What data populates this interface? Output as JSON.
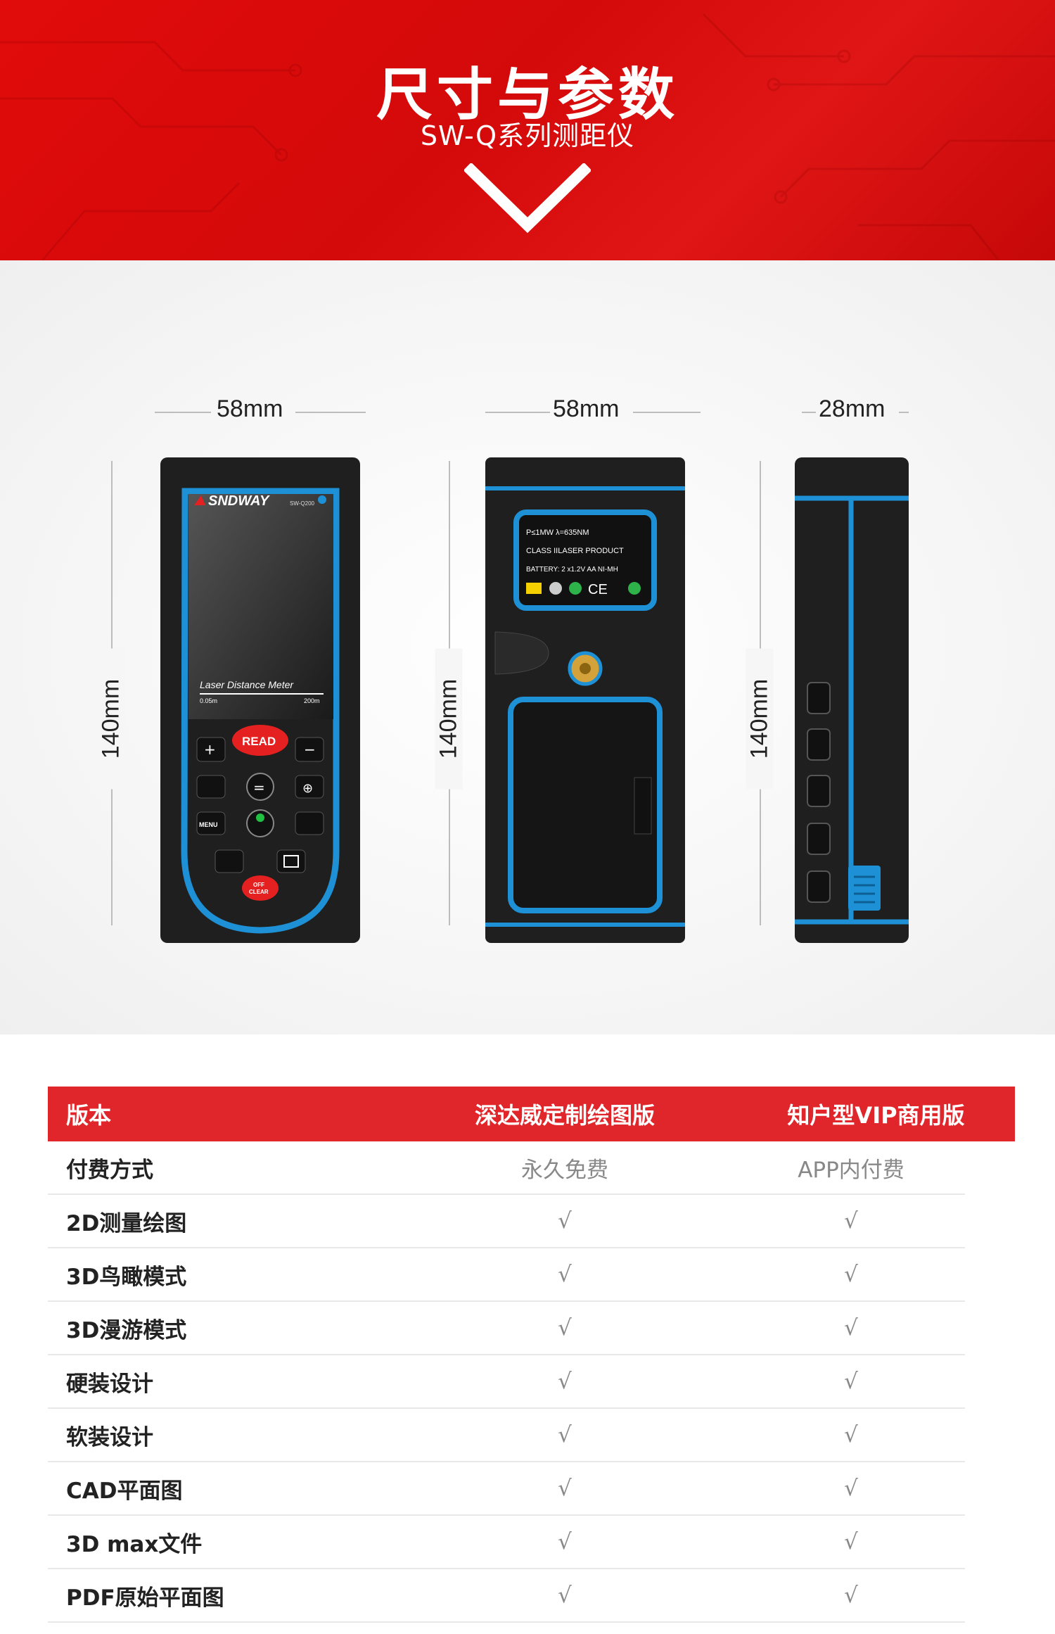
{
  "banner": {
    "title": "尺寸与参数",
    "subtitle": "SW-Q系列测距仪"
  },
  "dimensions": {
    "front_width": "58mm",
    "back_width": "58mm",
    "side_width": "28mm",
    "front_height": "140mm",
    "back_height": "140mm",
    "side_height": "140mm"
  },
  "device_front": {
    "brand": "SNDWAY",
    "model": "SW-Q200",
    "screen_title": "Laser Distance Meter",
    "range_min": "0.05m",
    "range_max": "200m",
    "read_label": "READ",
    "menu_label": "MENU",
    "off_label": "OFF",
    "clear_label": "CLEAR",
    "accent_color": "#1e90d6",
    "body_color": "#222222"
  },
  "device_back": {
    "label_line1": "P≤1MW  λ=635NM",
    "label_line2": "CLASS IILASER PRODUCT",
    "label_line3": "BATTERY: 2 x1.2V AA NI-MH",
    "ce_mark": "CE"
  },
  "table": {
    "header": [
      "版本",
      "深达威定制绘图版",
      "知户型VIP商用版"
    ],
    "rows": [
      {
        "feature": "付费方式",
        "a": "永久免费",
        "b": "APP内付费"
      },
      {
        "feature": "2D测量绘图",
        "a": "√",
        "b": "√"
      },
      {
        "feature": "3D鸟瞰模式",
        "a": "√",
        "b": "√"
      },
      {
        "feature": "3D漫游模式",
        "a": "√",
        "b": "√"
      },
      {
        "feature": "硬装设计",
        "a": "√",
        "b": "√"
      },
      {
        "feature": "软装设计",
        "a": "√",
        "b": "√"
      },
      {
        "feature": "CAD平面图",
        "a": "√",
        "b": "√"
      },
      {
        "feature": "3D max文件",
        "a": "√",
        "b": "√"
      },
      {
        "feature": "PDF原始平面图",
        "a": "√",
        "b": "√"
      }
    ],
    "header_color": "#e0262a"
  }
}
